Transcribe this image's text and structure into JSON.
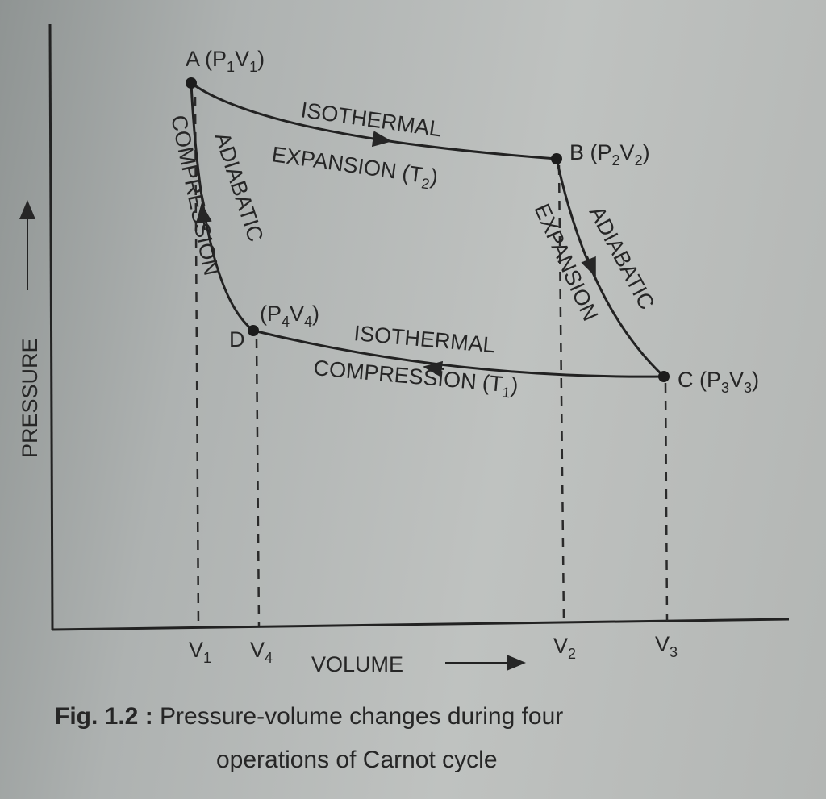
{
  "axes": {
    "y_label": "PRESSURE",
    "x_label": "VOLUME"
  },
  "points": {
    "A": {
      "letter": "A",
      "p": "(P",
      "p_sub": "1",
      "v": "V",
      "v_sub": "1",
      "close": ")"
    },
    "B": {
      "letter": "B",
      "p": "(P",
      "p_sub": "2",
      "v": "V",
      "v_sub": "2",
      "close": ")"
    },
    "C": {
      "letter": "C",
      "p": "(P",
      "p_sub": "3",
      "v": "V",
      "v_sub": "3",
      "close": ")"
    },
    "D": {
      "letter": "D",
      "p": "(P",
      "p_sub": "4",
      "v": "V",
      "v_sub": "4",
      "close": ")"
    }
  },
  "processes": {
    "ab_line1": "ISOTHERMAL",
    "ab_line2": "EXPANSION (T",
    "ab_sub": "2",
    "bc_line1": "ADIABATIC",
    "bc_line2": "EXPANSION",
    "cd_line1": "ISOTHERMAL",
    "cd_line2": "COMPRESSION (T",
    "cd_sub": "1",
    "da_line1": "ADIABATIC",
    "da_line2": "COMPRESSION",
    "close_paren": ")"
  },
  "ticks": [
    {
      "v": "V",
      "sub": "1"
    },
    {
      "v": "V",
      "sub": "4"
    },
    {
      "v": "V",
      "sub": "2"
    },
    {
      "v": "V",
      "sub": "3"
    }
  ],
  "caption": {
    "fig": "Fig. 1.2 :",
    "line1": "Pressure-volume changes during four",
    "line2": "operations of Carnot cycle"
  }
}
